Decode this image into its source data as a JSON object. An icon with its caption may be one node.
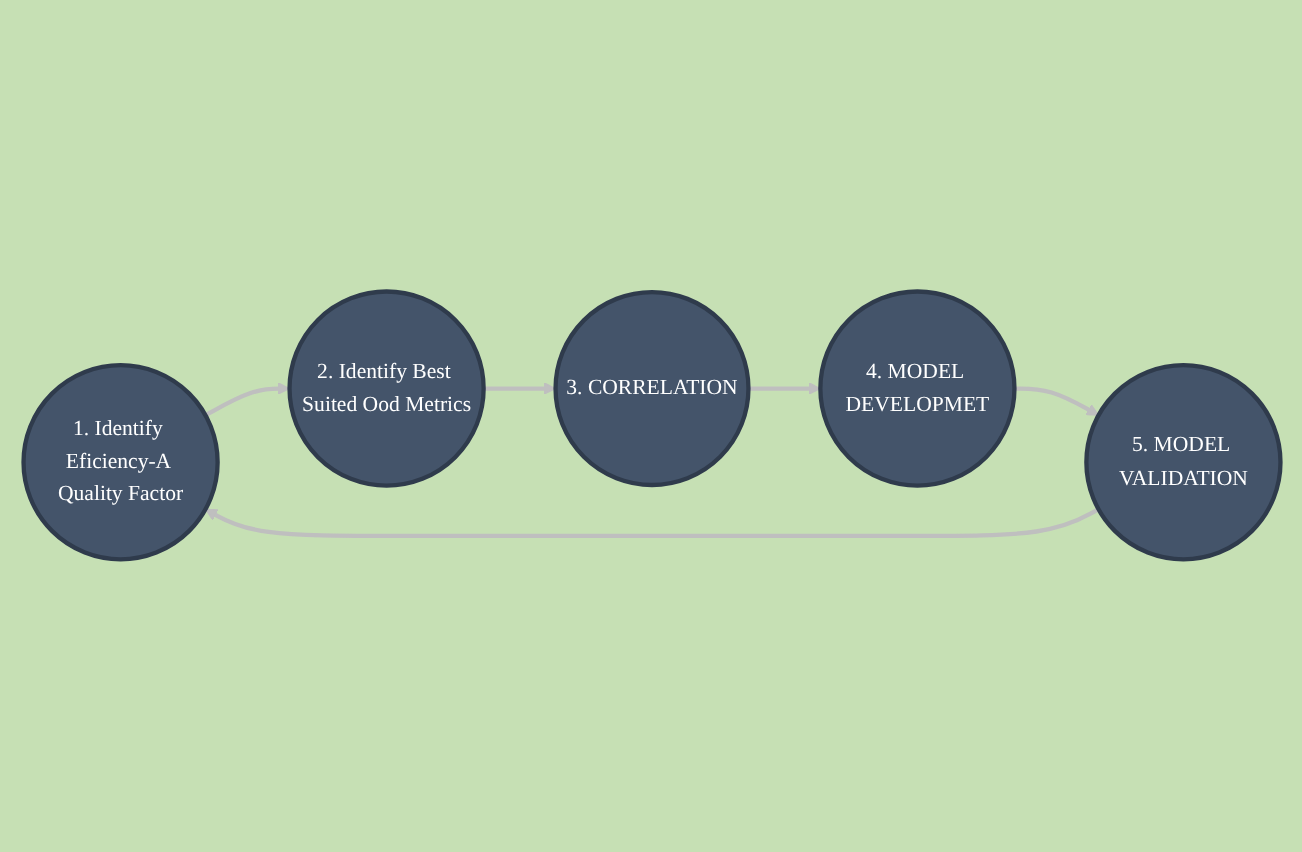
{
  "diagram": {
    "nodes": [
      {
        "text": [
          "1. Identify Eficiency-A Quality Factor"
        ]
      },
      {
        "text": [
          "2. Identify Best Suited Ood Metrics"
        ]
      },
      {
        "text": [
          "3. CORRELATION"
        ]
      },
      {
        "text": [
          "4. MODEL DEVELOPMET"
        ]
      },
      {
        "text": [
          "5. MODEL VALIDATION"
        ]
      }
    ],
    "edges": [
      {
        "from": 0,
        "to": 1,
        "arrow": "to"
      },
      {
        "from": 1,
        "to": 2,
        "arrow": "to"
      },
      {
        "from": 2,
        "to": 3,
        "arrow": "to"
      },
      {
        "from": 3,
        "to": 4,
        "arrow": "to"
      },
      {
        "from": 4,
        "to": 0,
        "arrow": "to"
      }
    ]
  }
}
